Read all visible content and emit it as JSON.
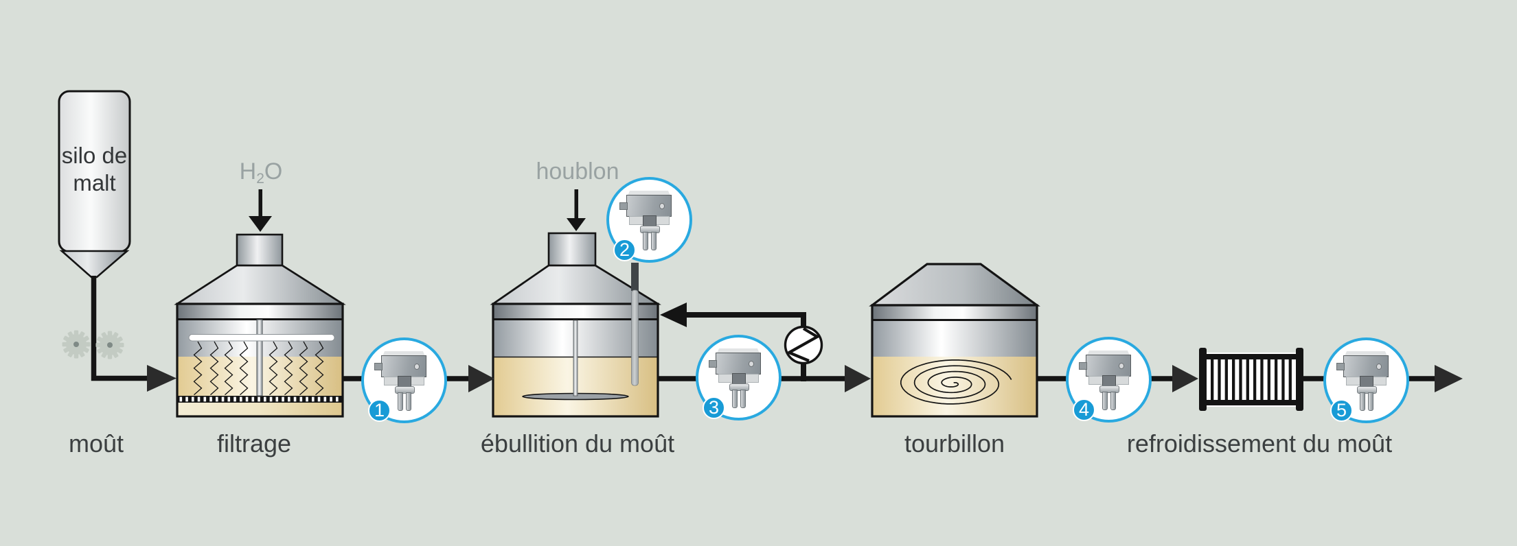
{
  "scene": {
    "background_color": "#d9dfd9",
    "accent_blue": "#29a9e0",
    "badge_blue": "#189bd6",
    "silo": {
      "line1": "silo de",
      "line2": "malt"
    },
    "inputs": {
      "water_h": "H",
      "water_sub": "2",
      "water_o": "O",
      "hops": "houblon"
    },
    "stages": {
      "mout": "moût",
      "filtrage": "filtrage",
      "ebullition": "ébullition du moût",
      "tourbillon": "tourbillon",
      "refroidissement": "refroidissement du moût"
    },
    "sensors": [
      {
        "number": "1"
      },
      {
        "number": "2"
      },
      {
        "number": "3"
      },
      {
        "number": "4"
      },
      {
        "number": "5"
      }
    ]
  }
}
